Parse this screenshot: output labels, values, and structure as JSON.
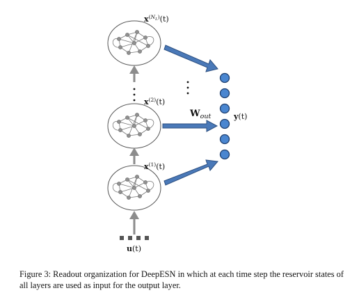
{
  "diagram": {
    "reservoir_labels": [
      {
        "base": "x",
        "sup_open": "(",
        "sup_var": "N",
        "sup_sub": "L",
        "sup_close": ")",
        "arg": "(t)"
      },
      {
        "base": "x",
        "sup": "(2)",
        "arg": "(t)"
      },
      {
        "base": "x",
        "sup": "(1)",
        "arg": "(t)"
      }
    ],
    "input_label": {
      "base": "u",
      "arg": "(t)"
    },
    "weight_label": {
      "base": "W",
      "sub": "out"
    },
    "output_label": {
      "base": "y",
      "arg": "(t)"
    },
    "output_units": 6,
    "input_units": 4
  },
  "caption": "Figure 3: Readout organization for DeepESN in which at each time step the reservoir states of all layers are used as input for the output layer.",
  "colors": {
    "reservoir_stroke": "#555555",
    "reservoir_node": "#909090",
    "up_arrow": "#8c8c8c",
    "readout_fill": "#4a79b8",
    "readout_stroke": "#2c4f80",
    "output_fill": "#4a86d0",
    "output_stroke": "#1f3f6e",
    "input_square": "#555555"
  }
}
